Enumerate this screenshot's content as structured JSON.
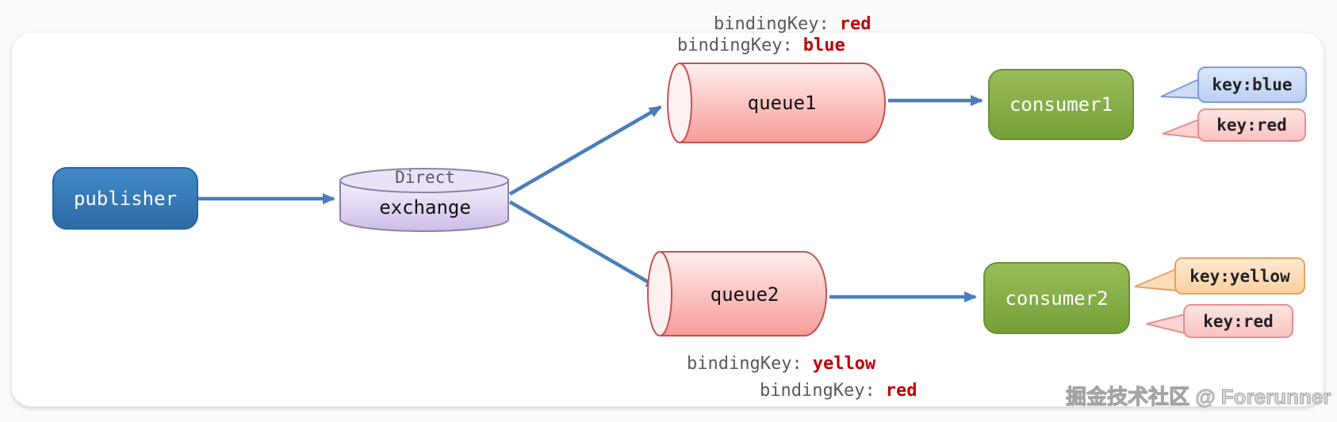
{
  "page": {
    "watermark": "掘金技术社区 @ Forerunner"
  },
  "diagram": {
    "publisher": {
      "label": "publisher"
    },
    "exchange": {
      "type": "Direct",
      "label": "exchange"
    },
    "queue1": {
      "label": "queue1"
    },
    "queue2": {
      "label": "queue2"
    },
    "consumer1": {
      "label": "consumer1"
    },
    "consumer2": {
      "label": "consumer2"
    },
    "bindings": {
      "top1": {
        "label": "bindingKey:",
        "value": "red"
      },
      "top2": {
        "label": "bindingKey:",
        "value": "blue"
      },
      "bottom1": {
        "label": "bindingKey:",
        "value": "yellow"
      },
      "bottom2": {
        "label": "bindingKey:",
        "value": "red"
      }
    },
    "bubbles": {
      "consumer1_blue": {
        "label": "key:blue"
      },
      "consumer1_red": {
        "label": "key:red"
      },
      "consumer2_yellow": {
        "label": "key:yellow"
      },
      "consumer2_red": {
        "label": "key:red"
      }
    }
  },
  "colors": {
    "arrow_blue": "#4a7ebb",
    "publisher_blue": "#2d6ba6",
    "consumer_green": "#75a038",
    "queue_pink": "#f79b98",
    "queue_border_red": "#c5524e",
    "exchange_lavender": "#d9cdef",
    "bubble_blue": "#bcd0f4",
    "bubble_red": "#f9c2c0",
    "bubble_yellow": "#fbd0a0",
    "binding_value_red": "#c00000",
    "label_gray": "#595959"
  }
}
